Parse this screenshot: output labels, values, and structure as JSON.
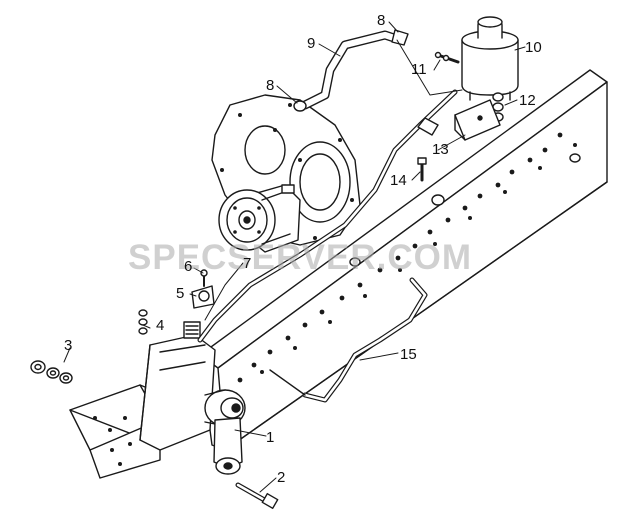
{
  "diagram": {
    "watermark": "SPECSERVER.COM",
    "callouts": {
      "c1": "1",
      "c2": "2",
      "c3": "3",
      "c4": "4",
      "c5": "5",
      "c6": "6",
      "c7": "7",
      "c8a": "8",
      "c8b": "8",
      "c9": "9",
      "c10": "10",
      "c11": "11",
      "c12": "12",
      "c13": "13",
      "c14": "14",
      "c15": "15"
    },
    "parts": [
      "steering-gear",
      "pitman-arm",
      "mounting-bolt",
      "nut-washer-set",
      "frame-rail",
      "bracket",
      "power-steering-pump",
      "pressure-hose",
      "suction-hose",
      "reservoir",
      "return-line"
    ],
    "colors": {
      "line": "#1a1a1a",
      "fill": "#ffffff",
      "watermark": "#aaaaaa"
    }
  }
}
